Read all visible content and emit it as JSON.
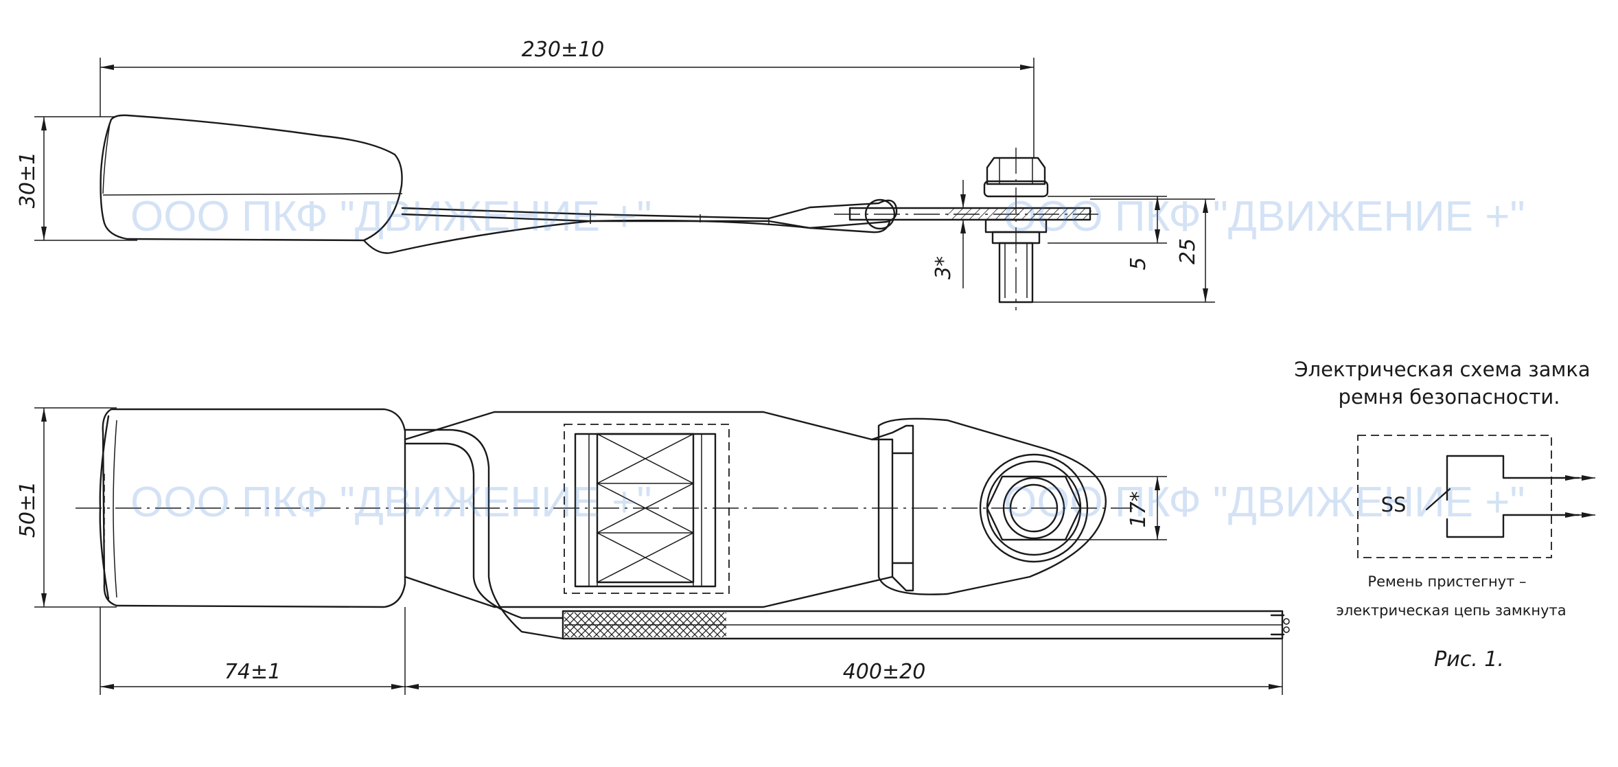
{
  "dimensions": {
    "length_top": "230±10",
    "height_side": "30±1",
    "washer_thickness": "3*",
    "thread_length": "5",
    "bolt_height": "25",
    "width_front": "50±1",
    "hole_diameter": "17*",
    "buckle_length": "74±1",
    "wire_length": "400±20"
  },
  "schematic": {
    "title_line1": "Электрическая схема замка",
    "title_line2": "ремня безопасности.",
    "switch_label": "SS",
    "caption_line1": "Ремень пристегнут –",
    "caption_line2": "электрическая цепь замкнута",
    "figure_label": "Рис. 1."
  },
  "watermark": {
    "text_1": "ООО ПКФ \"ДВИЖЕНИЕ +\"",
    "text_2": "ООО ПКФ \"ДВИЖЕНИЕ +\"",
    "text_3": "ООО ПКФ \"ДВИЖЕНИЕ +\"",
    "text_4": "ООО ПКФ \"ДВИЖЕНИЕ +\""
  },
  "colors": {
    "line": "#1a1a1a",
    "watermark": "#3b7bd0",
    "background": "#ffffff"
  }
}
